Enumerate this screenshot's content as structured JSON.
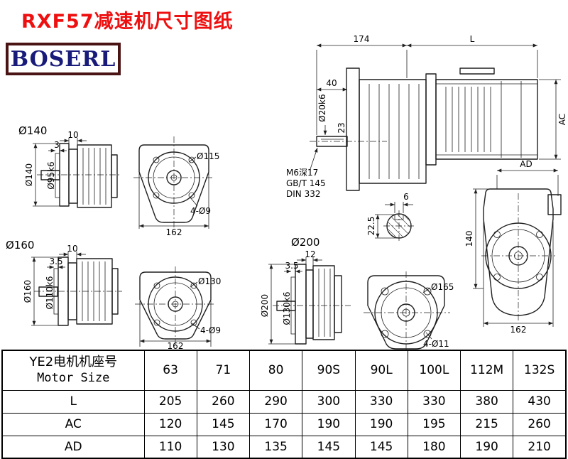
{
  "page": {
    "title": "RXF57减速机尺寸图纸",
    "logo": "BOSERL"
  },
  "views": {
    "flange140": {
      "name": "Ø140",
      "dim_a": "10",
      "dim_b": "3",
      "dim_od": "Ø140",
      "dim_spigot": "Ø95k6"
    },
    "front115": {
      "dim_circle": "Ø115",
      "dim_holes": "4-Ø9",
      "dim_width": "162"
    },
    "flange160": {
      "name": "Ø160",
      "dim_a": "10",
      "dim_b": "3.5",
      "dim_od": "Ø160",
      "dim_spigot": "Ø110k6"
    },
    "front130": {
      "dim_circle": "Ø130",
      "dim_holes": "4-Ø9",
      "dim_width": "162"
    },
    "flange200": {
      "name": "Ø200",
      "dim_a": "12",
      "dim_b": "3.5",
      "dim_od": "Ø200",
      "dim_spigot": "Ø130k6"
    },
    "front165": {
      "dim_circle": "Ø165",
      "dim_holes": "4-Ø11"
    },
    "main": {
      "dim_174": "174",
      "dim_L": "L",
      "dim_40": "40",
      "dim_shaft": "Ø20k6",
      "dim_23": "23",
      "dim_AC": "AC",
      "tap_line1": "M6深17",
      "tap_line2": "GB/T 145",
      "tap_line3": "DIN 332",
      "key_width": "6",
      "key_depth": "22.5"
    },
    "rear": {
      "dim_AD": "AD",
      "dim_140": "140",
      "dim_162": "162"
    }
  },
  "table": {
    "motor_label_cn": "YE2电机机座号",
    "motor_label_en": "Motor Size",
    "columns": [
      "63",
      "71",
      "80",
      "90S",
      "90L",
      "100L",
      "112M",
      "132S"
    ],
    "rows": [
      {
        "label": "L",
        "values": [
          "205",
          "260",
          "290",
          "300",
          "330",
          "330",
          "380",
          "430"
        ]
      },
      {
        "label": "AC",
        "values": [
          "120",
          "145",
          "170",
          "190",
          "190",
          "195",
          "215",
          "260"
        ]
      },
      {
        "label": "AD",
        "values": [
          "110",
          "130",
          "135",
          "145",
          "145",
          "180",
          "190",
          "210"
        ]
      }
    ]
  }
}
